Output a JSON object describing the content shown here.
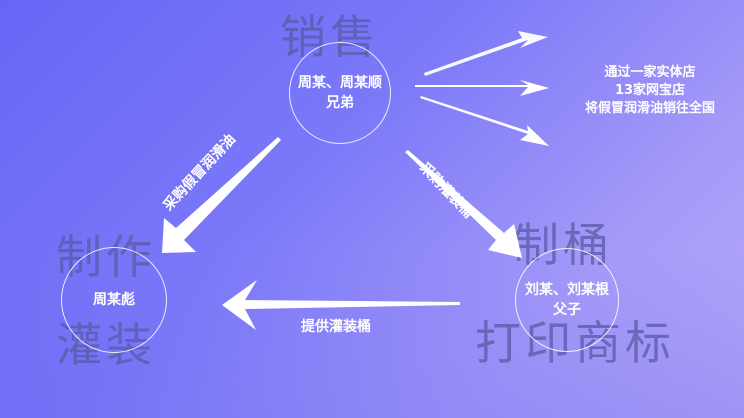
{
  "colors": {
    "bg_start": "#6566f5",
    "bg_end": "#b6a8f7",
    "watermark_text": "#5a5aa6",
    "foreground": "#ffffff"
  },
  "nodes": {
    "sales": {
      "stage": "销售",
      "line1": "周某、周某顺",
      "line2": "兄弟"
    },
    "filling": {
      "stage_line1": "制作",
      "stage_line2": "灌装",
      "line1": "周某彪"
    },
    "barrels": {
      "stage_line1": "制桶",
      "stage_line2": "打印商标",
      "line1": "刘某、刘某根",
      "line2": "父子"
    }
  },
  "edges": {
    "sales_to_filling": "采购假冒润滑油",
    "sales_to_barrels": "采购灌装桶",
    "barrels_to_filling": "提供灌装桶"
  },
  "distribution": {
    "line1": "通过一家实体店",
    "line2": "13家网宝店",
    "line3": "将假冒润滑油销往全国"
  },
  "icons": {
    "arrow": "arrow-icon"
  }
}
